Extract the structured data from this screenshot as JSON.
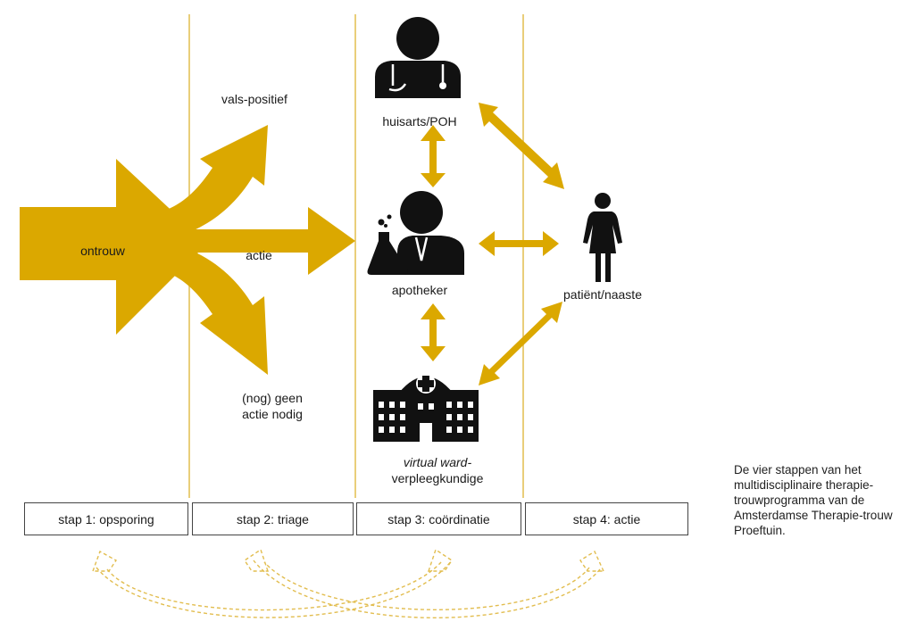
{
  "colors": {
    "accent": "#dba800",
    "line": "#e2bd4f",
    "icon": "#111111"
  },
  "flow": {
    "source_label": "ontrouw",
    "top_label": "vals-positief",
    "middle_label": "actie",
    "bottom_label_line1": "(nog) geen",
    "bottom_label_line2": "actie nodig"
  },
  "actors": {
    "gp": {
      "label": "huisarts/POH",
      "icon": "doctor-stethoscope-icon"
    },
    "pharmacist": {
      "label": "apotheker",
      "icon": "pharmacist-flask-icon"
    },
    "ward_italic": "virtual ward-",
    "ward_role": "verpleegkundige",
    "ward_icon": "hospital-icon",
    "patient": {
      "label": "patiënt/naaste",
      "icon": "person-icon"
    }
  },
  "steps": [
    "stap 1: opsporing",
    "stap 2: triage",
    "stap 3: coördinatie",
    "stap 4: actie"
  ],
  "caption": "De vier stappen van het multidisciplinaire therapie-trouwprogramma van de Amsterdamse Therapie-trouw Proeftuin."
}
